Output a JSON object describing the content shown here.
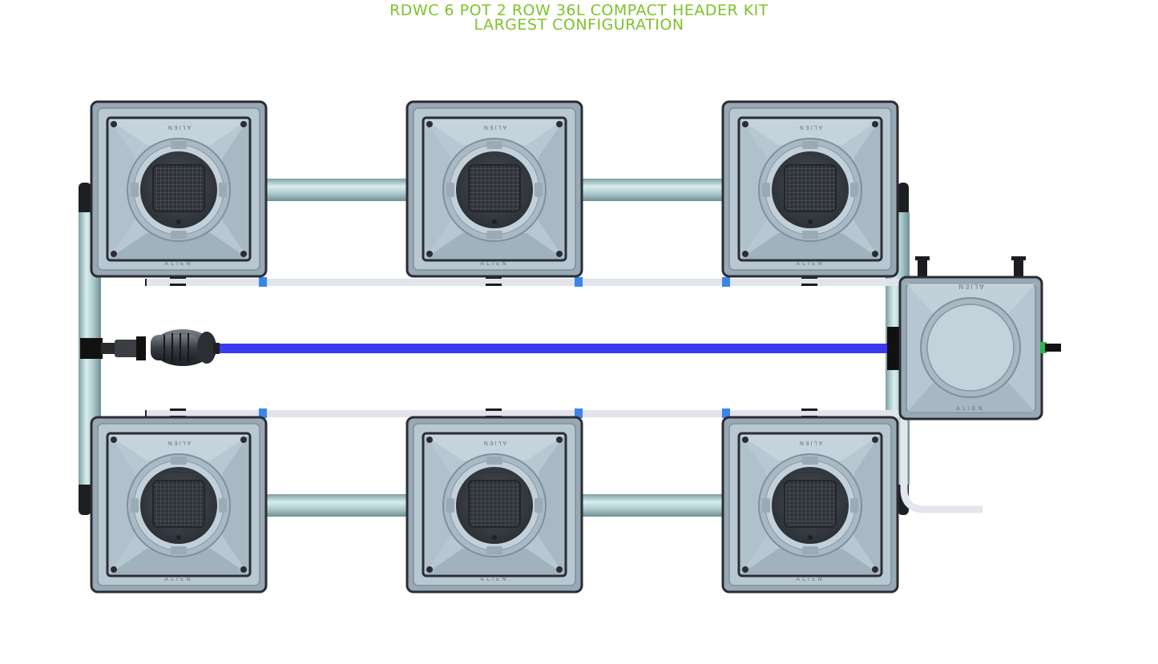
{
  "header": {
    "title_line1": "RDWC 6 POT 2 ROW 36L COMPACT HEADER KIT",
    "title_line2": "LARGEST CONFIGURATION"
  },
  "colors": {
    "title": "#7dc32a",
    "pot_body": "#b7c7d2",
    "pot_outline": "#2a2d33",
    "pipe": "#a9c9cb",
    "return_line": "#3a3bef",
    "drain_tube": "#e2e4ec",
    "fitting_blue": "#3a86e6"
  },
  "pots": {
    "brand_text": "ALIEN",
    "growing_pots": [
      "pot-top-1",
      "pot-top-2",
      "pot-top-3",
      "pot-bottom-1",
      "pot-bottom-2",
      "pot-bottom-3"
    ],
    "control_bucket": "control-bucket"
  },
  "icons": {
    "pump": "submersible-pump-icon",
    "valve": "ball-valve-icon",
    "inlet": "inlet-fitting-icon"
  }
}
